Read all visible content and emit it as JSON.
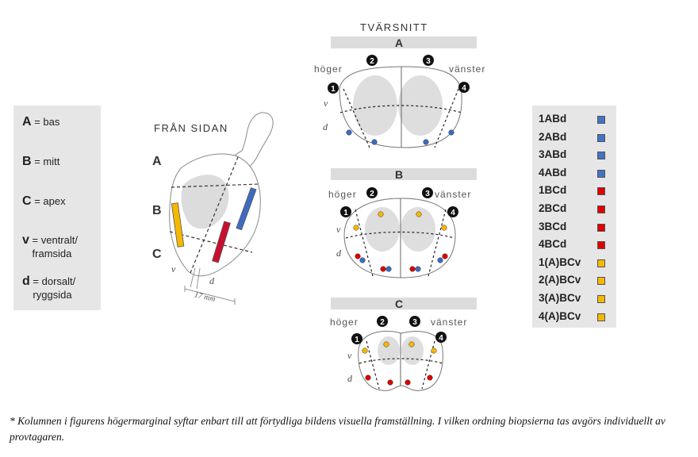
{
  "legend": [
    {
      "key": "A",
      "text": "= bas"
    },
    {
      "key": "B",
      "text": "= mitt"
    },
    {
      "key": "C",
      "text": "= apex"
    },
    {
      "key": "v",
      "text": "= ventralt/",
      "text2": "framsida"
    },
    {
      "key": "d",
      "text": "= dorsalt/",
      "text2": "ryggsida"
    }
  ],
  "side_view": {
    "title": "FRÅN SIDAN",
    "levels": [
      "A",
      "B",
      "C"
    ],
    "v": "v",
    "d": "d",
    "scale": "17 mm"
  },
  "cross_section": {
    "title": "TVÄRSNITT",
    "hoger": "höger",
    "vanster": "vänster",
    "v": "v",
    "d": "d",
    "numbers": [
      "1",
      "2",
      "3",
      "4"
    ],
    "sections": [
      "A",
      "B",
      "C"
    ]
  },
  "biopsies": [
    {
      "label": "1ABd",
      "color": "#4472c4"
    },
    {
      "label": "2ABd",
      "color": "#4472c4"
    },
    {
      "label": "3ABd",
      "color": "#4472c4"
    },
    {
      "label": "4ABd",
      "color": "#4472c4"
    },
    {
      "label": "1BCd",
      "color": "#e00000"
    },
    {
      "label": "2BCd",
      "color": "#e00000"
    },
    {
      "label": "3BCd",
      "color": "#e00000"
    },
    {
      "label": "4BCd",
      "color": "#e00000"
    },
    {
      "label": "1(A)BCv",
      "color": "#f5b800"
    },
    {
      "label": "2(A)BCv",
      "color": "#f5b800"
    },
    {
      "label": "3(A)BCv",
      "color": "#f5b800"
    },
    {
      "label": "4(A)BCv",
      "color": "#f5b800"
    }
  ],
  "colors": {
    "blue": "#4472c4",
    "red": "#e00000",
    "yellow": "#f5b800",
    "panel": "#e6e6e6"
  },
  "footnote": "* Kolumnen i figurens högermarginal syftar enbart till att förtydliga bildens visuella framställning. I vilken ordning biopsierna tas avgörs individuellt av provtagaren."
}
